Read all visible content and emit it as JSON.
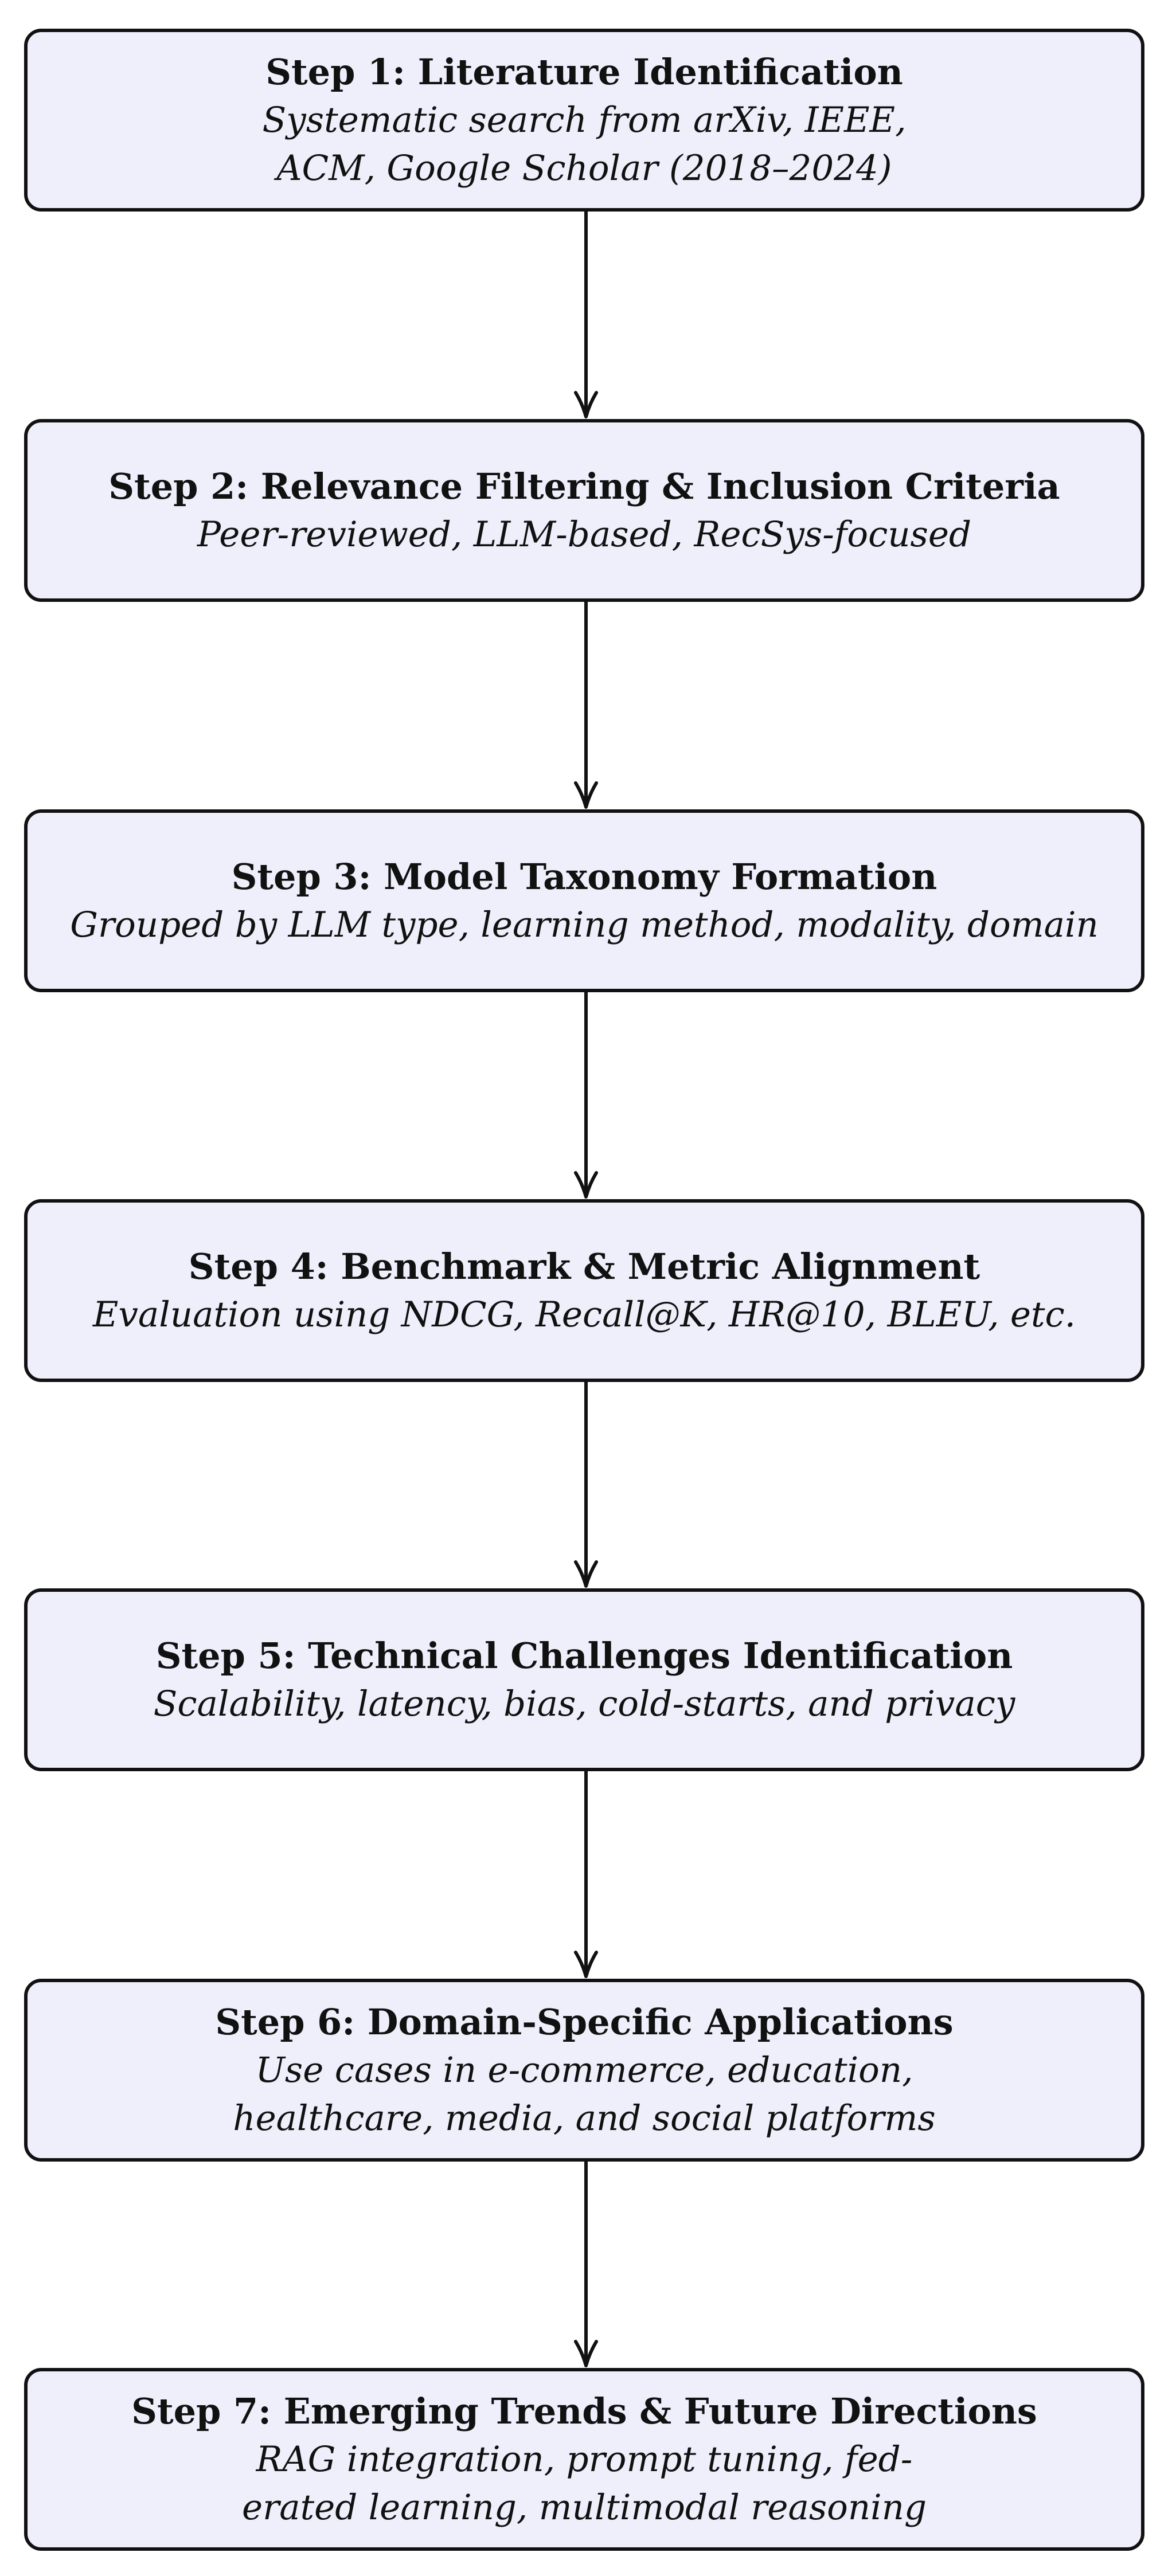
{
  "steps": [
    {
      "title": "Step 1: Literature Identification",
      "description": [
        "Systematic search from arXiv, IEEE,",
        "ACM, Google Scholar (2018–2024)"
      ]
    },
    {
      "title": "Step 2: Relevance Filtering & Inclusion Criteria",
      "description": [
        "Peer-reviewed, LLM-based, RecSys-focused"
      ]
    },
    {
      "title": "Step 3: Model Taxonomy Formation",
      "description": [
        "Grouped by LLM type, learning method, modality, domain"
      ]
    },
    {
      "title": "Step 4: Benchmark & Metric Alignment",
      "description": [
        "Evaluation using NDCG, Recall@K, HR@10, BLEU, etc."
      ]
    },
    {
      "title": "Step 5: Technical Challenges Identification",
      "description": [
        "Scalability, latency, bias, cold-starts, and privacy"
      ]
    },
    {
      "title": "Step 6: Domain-Specific Applications",
      "description": [
        "Use cases in e-commerce, education,",
        "healthcare, media, and social platforms"
      ]
    },
    {
      "title": "Step 7: Emerging Trends & Future Directions",
      "description": [
        "RAG integration, prompt tuning, fed-",
        "erated learning, multimodal reasoning"
      ]
    }
  ],
  "colors": {
    "box_fill": "#efeffc",
    "stroke": "#111111",
    "background": "#ffffff"
  }
}
